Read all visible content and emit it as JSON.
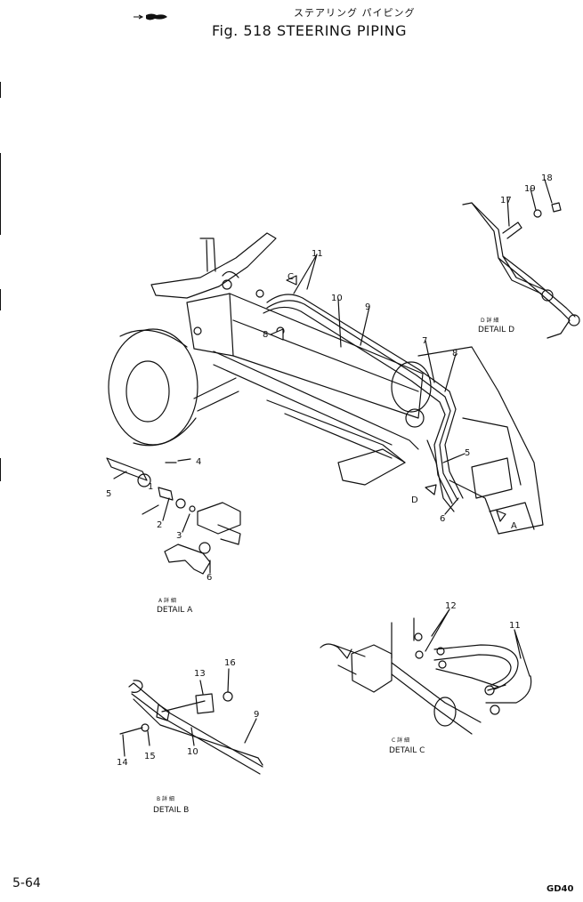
{
  "header": {
    "title_jp": "ステアリング パイピング",
    "title": "Fig. 518   STEERING  PIPING"
  },
  "callouts": {
    "c1": "1",
    "c2": "2",
    "c3": "3",
    "c4": "4",
    "c5": "5",
    "c6": "6",
    "c7": "7",
    "c8": "8",
    "c9": "9",
    "c10": "10",
    "c11": "11",
    "c12": "12",
    "c13": "13",
    "c14": "14",
    "c15": "15",
    "c16": "16",
    "c17": "17",
    "c18": "18",
    "c19": "19"
  },
  "view_markers": {
    "a": "A",
    "b": "B",
    "c": "C",
    "d": "D"
  },
  "details": {
    "a_jp": "A 詳 細",
    "a": "DETAIL A",
    "b_jp": "B 詳 細",
    "b": "DETAIL B",
    "c_jp": "C 詳 細",
    "c": "DETAIL C",
    "d_jp": "D 詳 細",
    "d": "DETAIL D"
  },
  "footer": {
    "page": "5-64",
    "model": "GD40"
  }
}
